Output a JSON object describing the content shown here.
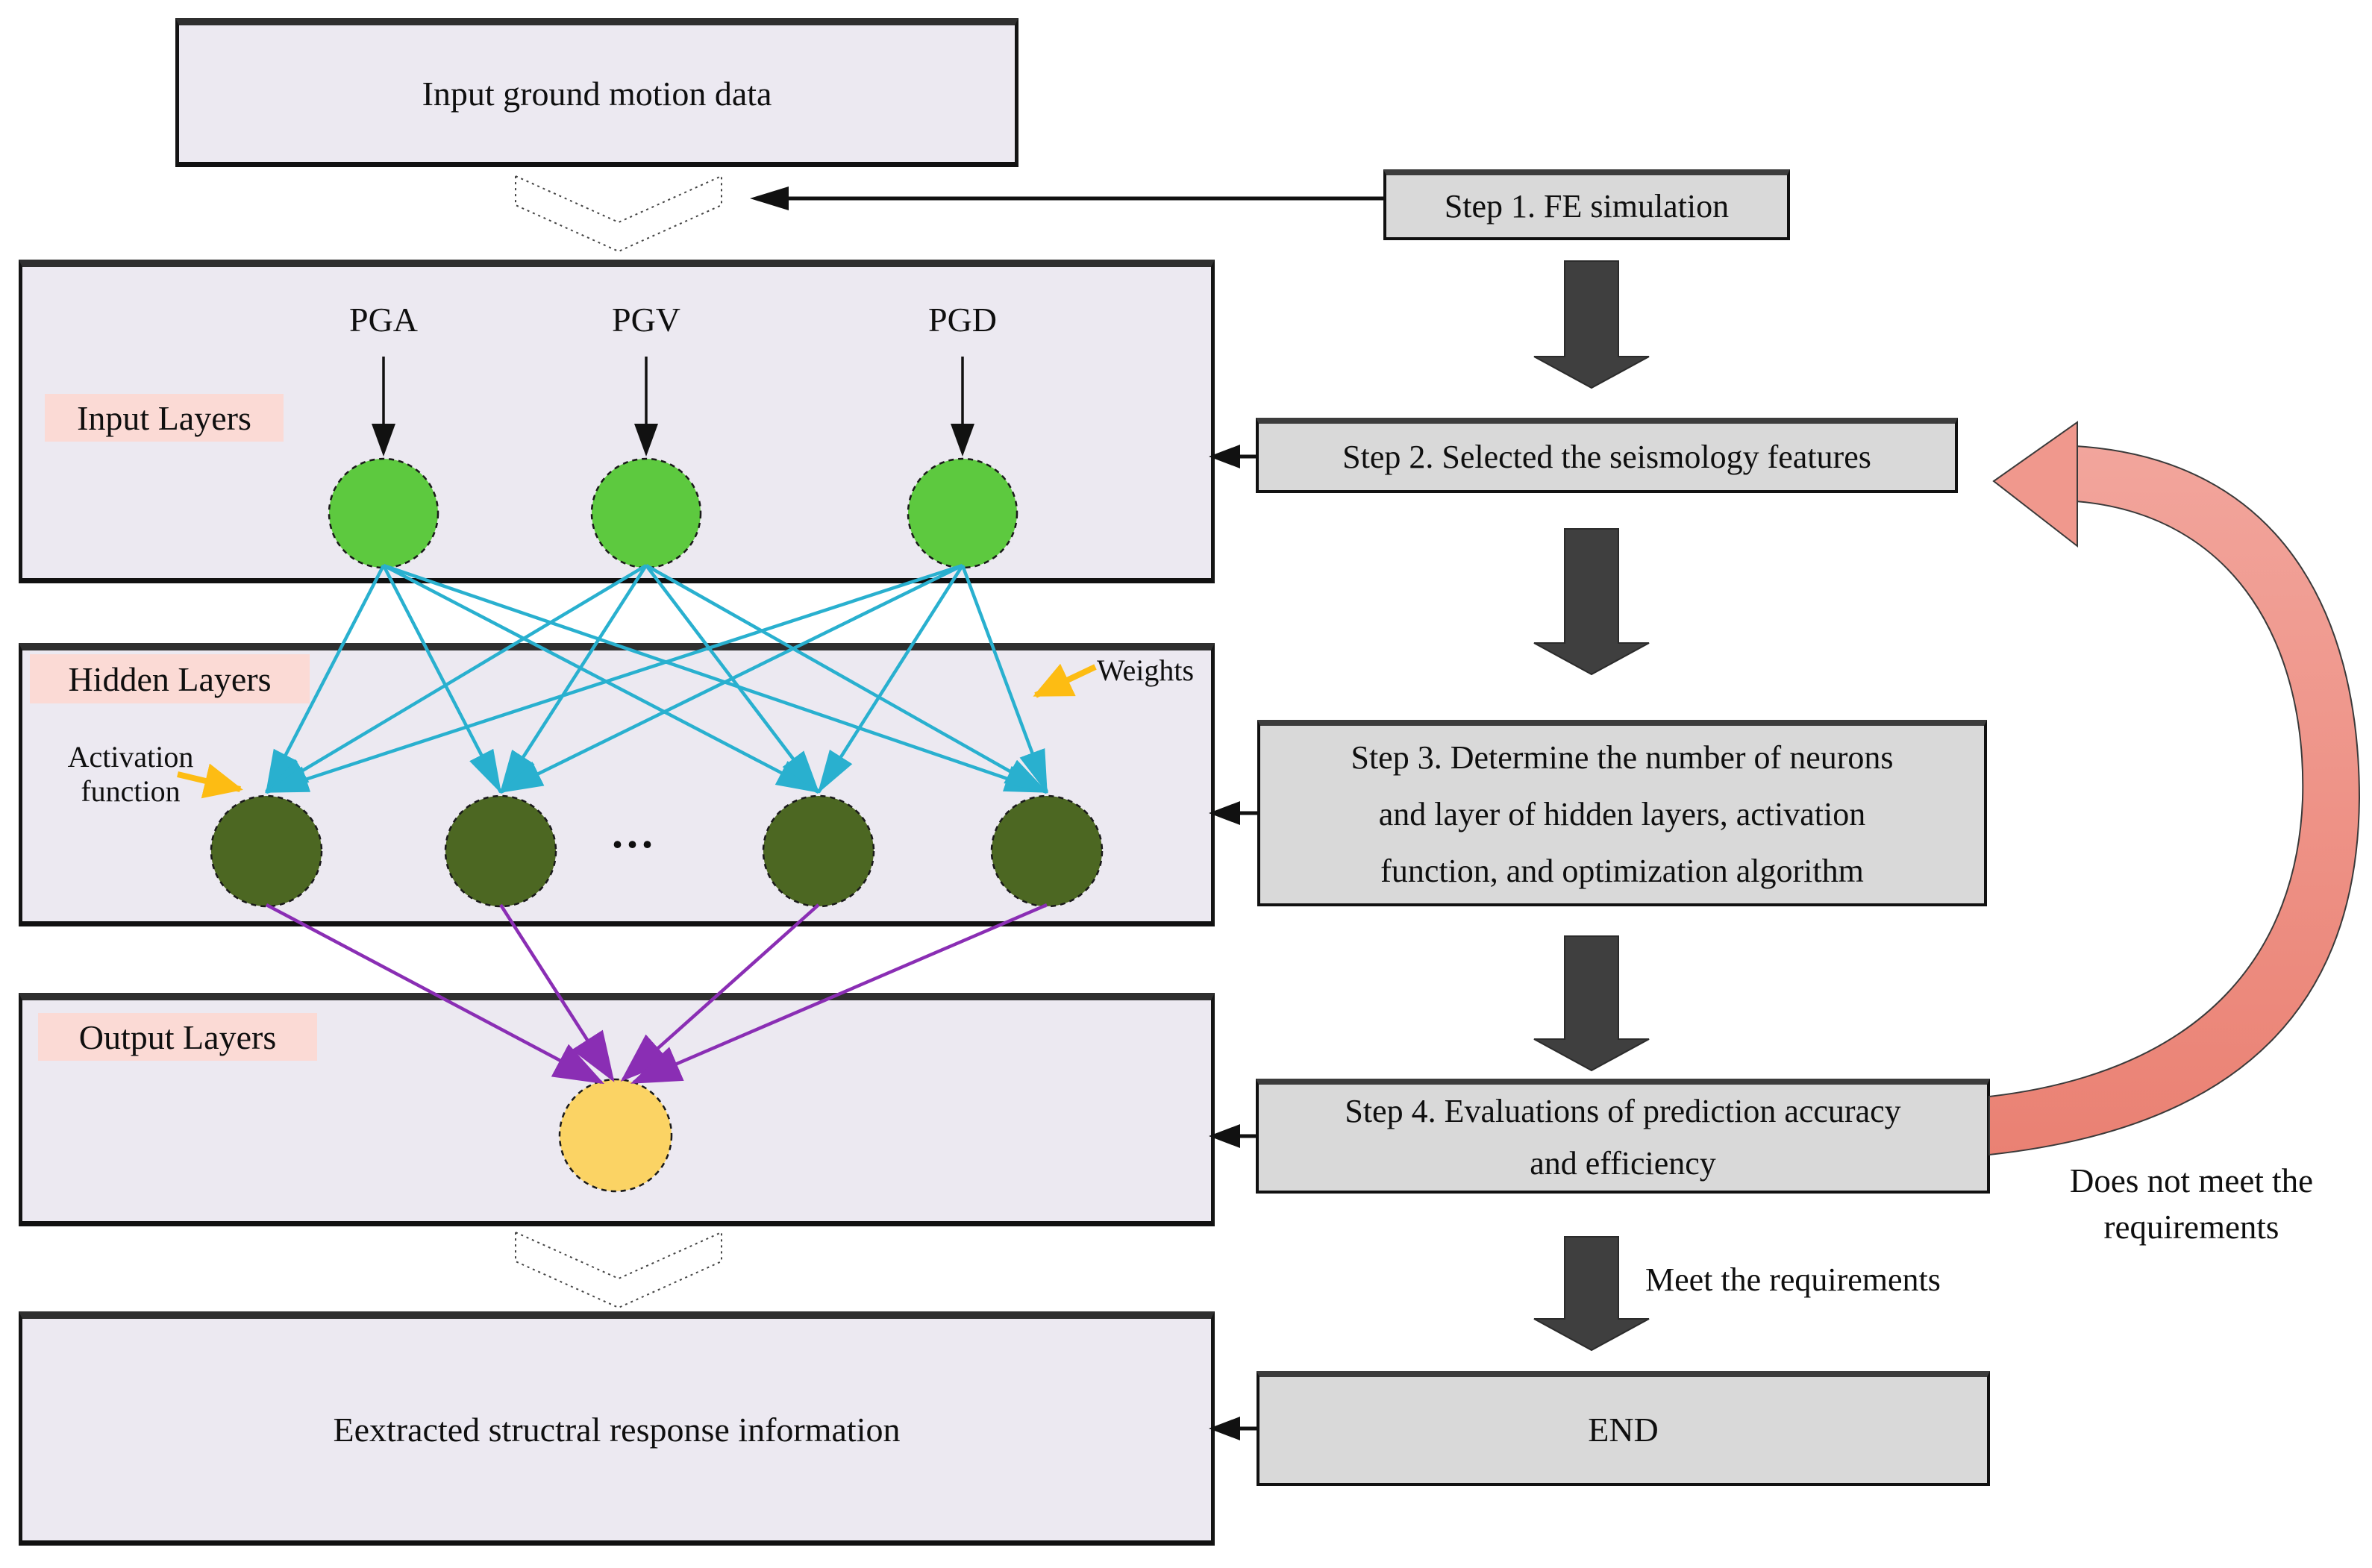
{
  "diagram": {
    "input_box": "Input ground motion data",
    "result_box": "Eextracted structral response information",
    "input_layer": {
      "label": "Input Layers",
      "neurons": [
        "PGA",
        "PGV",
        "PGD"
      ]
    },
    "hidden_layer": {
      "label": "Hidden Layers",
      "weights": "Weights",
      "activation": [
        "Activation",
        "function"
      ],
      "ellipsis": "..."
    },
    "output_layer": {
      "label": "Output Layers"
    }
  },
  "steps": {
    "step1": "Step 1. FE simulation",
    "step2": "Step 2. Selected the seismology features",
    "step3": [
      "Step 3. Determine the  number of neurons",
      "and layer of hidden layers, activation",
      "function, and optimization algorithm"
    ],
    "step4": [
      "Step 4. Evaluations of prediction accuracy",
      "and efficiency"
    ],
    "end": "END"
  },
  "labels": {
    "meet": "Meet the requirements",
    "not_meet": [
      "Does not meet the",
      "requirements"
    ]
  },
  "colors": {
    "lavender": "#ece9f1",
    "step-gray": "#d9d9d9",
    "pink-label": "#fbdad5",
    "green": "#5dc93f",
    "olive": "#4c6722",
    "yellow": "#fbd364",
    "cyan": "#29b0cf",
    "purple": "#8a2eb4",
    "orange": "#fdbc13",
    "salmon": "#ee8c80",
    "dark-arrow": "#3f3f3f",
    "ink": "#0f0f0f"
  }
}
